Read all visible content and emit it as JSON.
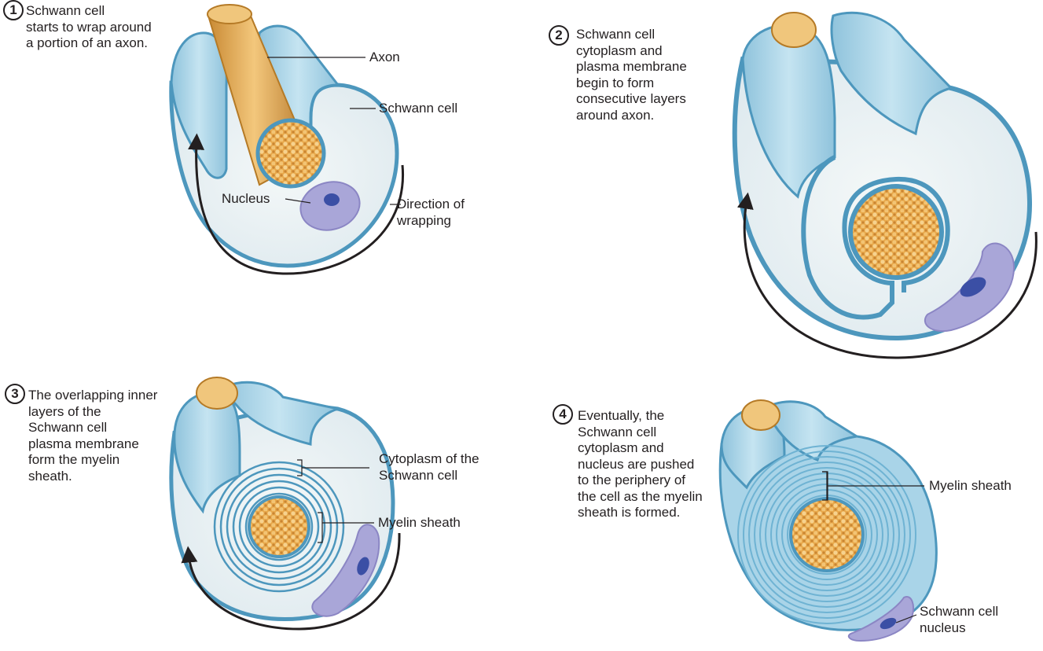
{
  "colors": {
    "sheath_fill": "#a9d4e8",
    "sheath_edge": "#4d97bd",
    "cytoplasm_fill": "#e6eff2",
    "axon_fill": "#e9b25a",
    "axon_edge": "#b57a26",
    "nucleus_fill": "#a9a6d8",
    "nucleolus_fill": "#3b4fa5",
    "line": "#231f20"
  },
  "steps": [
    {
      "number": "1",
      "caption": "Schwann cell\nstarts to wrap around\na portion of an axon.",
      "labels": {
        "axon": "Axon",
        "schwann_cell": "Schwann cell",
        "nucleus": "Nucleus",
        "direction": "Direction of\nwrapping"
      }
    },
    {
      "number": "2",
      "caption": "Schwann cell\ncytoplasm and\nplasma membrane\nbegin to form\nconsecutive layers\naround axon."
    },
    {
      "number": "3",
      "caption": "The overlapping inner\nlayers of the\nSchwann cell\nplasma membrane\nform the myelin\nsheath.",
      "labels": {
        "cytoplasm": "Cytoplasm of the\nSchwann cell",
        "myelin": "Myelin sheath"
      }
    },
    {
      "number": "4",
      "caption": "Eventually, the\nSchwann cell\ncytoplasm and\nnucleus are pushed\nto the periphery of\nthe cell as the myelin\nsheath is formed.",
      "labels": {
        "myelin": "Myelin sheath",
        "nucleus": "Schwann cell\nnucleus"
      }
    }
  ]
}
